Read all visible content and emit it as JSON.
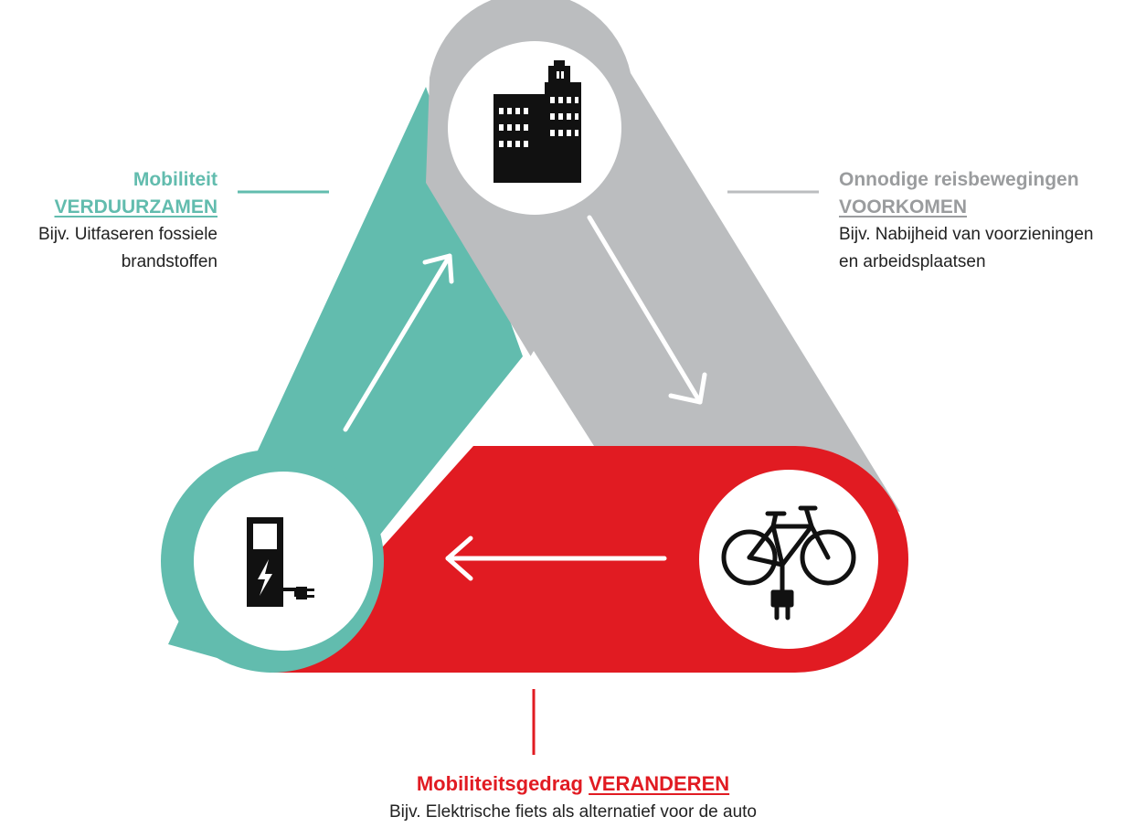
{
  "colors": {
    "teal": "#62BCAE",
    "gray": "#BBBDBF",
    "red": "#E11B22",
    "icon": "#111111",
    "body_text": "#222222"
  },
  "cycle": {
    "nodes": [
      {
        "id": "top",
        "icon": "building-icon"
      },
      {
        "id": "right",
        "icon": "electric-bike-icon"
      },
      {
        "id": "left",
        "icon": "charging-station-icon"
      }
    ],
    "arrows": [
      "top-to-right",
      "right-to-left",
      "left-to-top"
    ]
  },
  "labels": {
    "left": {
      "title_line1": "Mobiliteit",
      "title_line2": "VERDUURZAMEN",
      "desc_line1": "Bijv. Uitfaseren fossiele",
      "desc_line2": "brandstoffen"
    },
    "right": {
      "title_line1": "Onnodige reisbewegingen",
      "title_line2": "VOORKOMEN",
      "desc_line1": "Bijv. Nabijheid van voorzieningen",
      "desc_line2": "en arbeidsplaatsen"
    },
    "bottom": {
      "title_plain": "Mobiliteitsgedrag ",
      "title_emph": "VERANDEREN",
      "desc": "Bijv. Elektrische fiets als alternatief voor de auto"
    }
  }
}
